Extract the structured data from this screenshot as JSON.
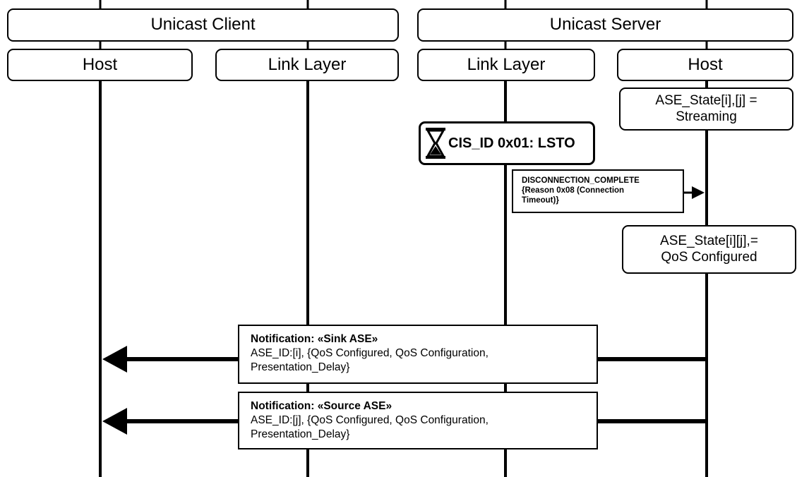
{
  "headers": {
    "client": "Unicast Client",
    "server": "Unicast Server",
    "client_host": "Host",
    "client_link_layer": "Link Layer",
    "server_link_layer": "Link Layer",
    "server_host": "Host"
  },
  "state_streaming": {
    "line1": "ASE_State[i],[j] =",
    "line2": "Streaming"
  },
  "timer": {
    "label": "CIS_ID 0x01: LSTO",
    "icon": "hourglass-icon"
  },
  "disconnection_event": {
    "line1": "DISCONNECTION_COMPLETE",
    "line2": "{Reason 0x08 (Connection",
    "line3": "Timeout)}"
  },
  "state_qos": {
    "line1": "ASE_State[i][j],=",
    "line2": "QoS Configured"
  },
  "notification_sink": {
    "title": "Notification: «Sink ASE»",
    "line2": "ASE_ID:[i], {QoS Configured, QoS Configuration,",
    "line3": "Presentation_Delay}"
  },
  "notification_source": {
    "title": "Notification: «Source ASE»",
    "line2": "ASE_ID:[j], {QoS Configured, QoS Configuration,",
    "line3": "Presentation_Delay}"
  },
  "colors": {
    "line": "#000000",
    "background": "#ffffff"
  }
}
